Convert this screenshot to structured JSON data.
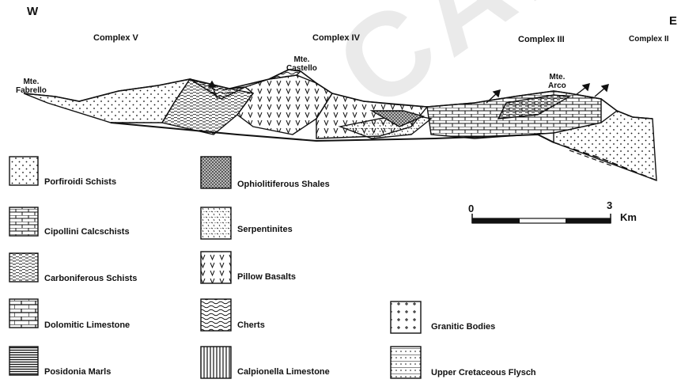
{
  "directions": {
    "west": "W",
    "east": "E"
  },
  "complexes": [
    "Complex V",
    "Complex IV",
    "Complex III",
    "Complex II"
  ],
  "peaks": {
    "fabrello": [
      "Mte.",
      "Fabrello"
    ],
    "castello": [
      "Mte.",
      "Castello"
    ],
    "arco": [
      "Mte.",
      "Arco"
    ]
  },
  "scale": {
    "start": "0",
    "end": "3",
    "unit": "Km"
  },
  "legend": [
    {
      "label": "Porfiroidi Schists",
      "pattern": "dots"
    },
    {
      "label": "Cipollini Calcschists",
      "pattern": "bricks"
    },
    {
      "label": "Carboniferous Schists",
      "pattern": "dashes"
    },
    {
      "label": "Dolomitic Limestone",
      "pattern": "blocks"
    },
    {
      "label": "Posidonia Marls",
      "pattern": "hlines"
    },
    {
      "label": "Ophiolitiferous Shales",
      "pattern": "dense"
    },
    {
      "label": "Serpentinites",
      "pattern": "stipple"
    },
    {
      "label": "Pillow Basalts",
      "pattern": "vees"
    },
    {
      "label": "Cherts",
      "pattern": "waves"
    },
    {
      "label": "Calpionella Limestone",
      "pattern": "vlines"
    },
    {
      "label": "Granitic Bodies",
      "pattern": "pluses"
    },
    {
      "label": "Upper Cretaceous Flysch",
      "pattern": "flysch"
    }
  ],
  "watermark": "CARE"
}
